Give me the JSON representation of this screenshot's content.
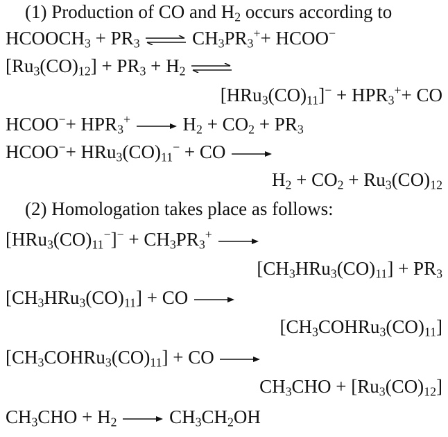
{
  "lines": {
    "s1": "(1) Production of CO and H",
    "s1_tail": "occurs according to",
    "s2": "(2) Homologation takes place as follows:"
  },
  "chem": {
    "hcooch3": "HCOOCH",
    "pr3": "PR",
    "ch3pr3": "CH",
    "hcoo": "HCOO",
    "ru3co12": "Ru",
    "hru3co11": "HRu",
    "hpr3": "HPR",
    "h2": "H",
    "co2": "CO",
    "co": "CO",
    "ch3hru": "CH",
    "ch3cohru": "CH",
    "ch3cho": "CH",
    "ch3ch2oh": "CH"
  }
}
